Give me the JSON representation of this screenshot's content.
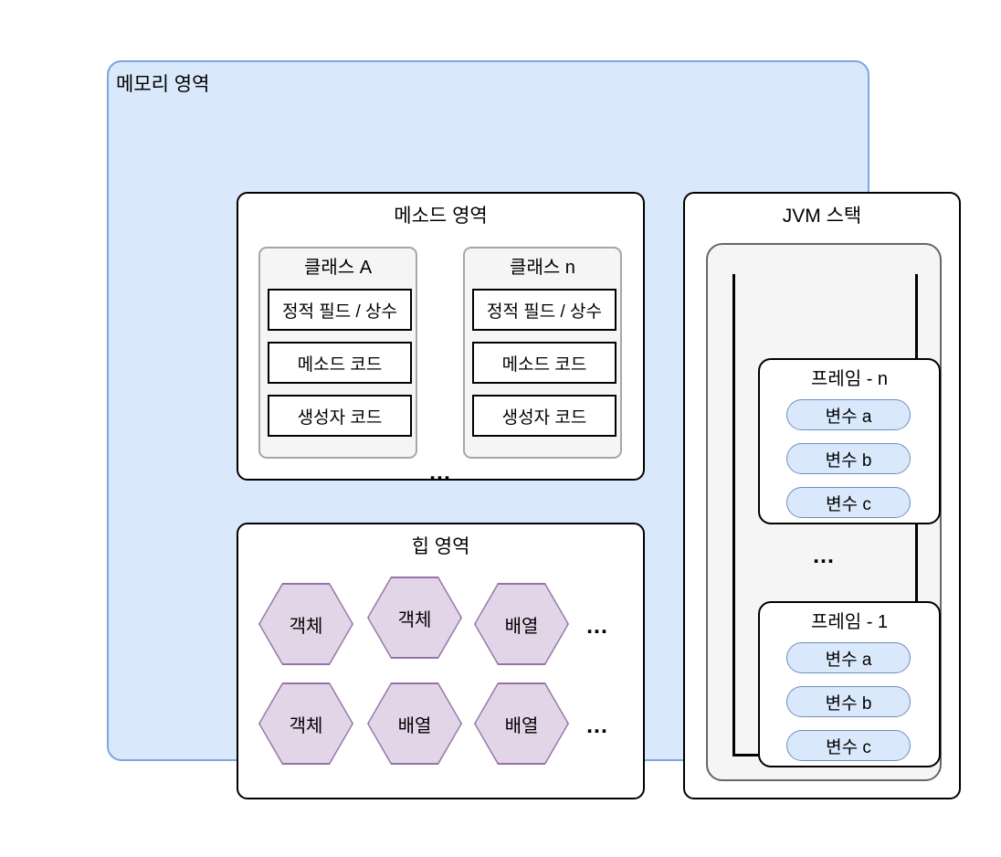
{
  "diagram": {
    "memory_area": {
      "title": "메모리 영역",
      "bg_color": "#dae8fc",
      "border_color": "#7ea6e0"
    },
    "method_area": {
      "title": "메소드 영역",
      "ellipsis": "...",
      "classes": [
        {
          "title": "클래스 A",
          "members": [
            "정적 필드 / 상수",
            "메소드 코드",
            "생성자 코드"
          ]
        },
        {
          "title": "클래스 n",
          "members": [
            "정적 필드 / 상수",
            "메소드 코드",
            "생성자 코드"
          ]
        }
      ]
    },
    "heap_area": {
      "title": "힙 영역",
      "hex_fill_color": "#e1d5e7",
      "hex_border_color": "#9673a6",
      "rows": [
        {
          "items": [
            "객체",
            "객체",
            "배열"
          ],
          "ellipsis": "..."
        },
        {
          "items": [
            "객체",
            "배열",
            "배열"
          ],
          "ellipsis": "..."
        }
      ]
    },
    "jvm_stack": {
      "title": "JVM 스택",
      "ellipsis": "...",
      "pill_fill_color": "#dae8fc",
      "pill_border_color": "#6c8ebf",
      "frames": [
        {
          "title": "프레임 - n",
          "variables": [
            "변수 a",
            "변수 b",
            "변수 c"
          ]
        },
        {
          "title": "프레임 - 1",
          "variables": [
            "변수 a",
            "변수 b",
            "변수 c"
          ]
        }
      ]
    }
  }
}
